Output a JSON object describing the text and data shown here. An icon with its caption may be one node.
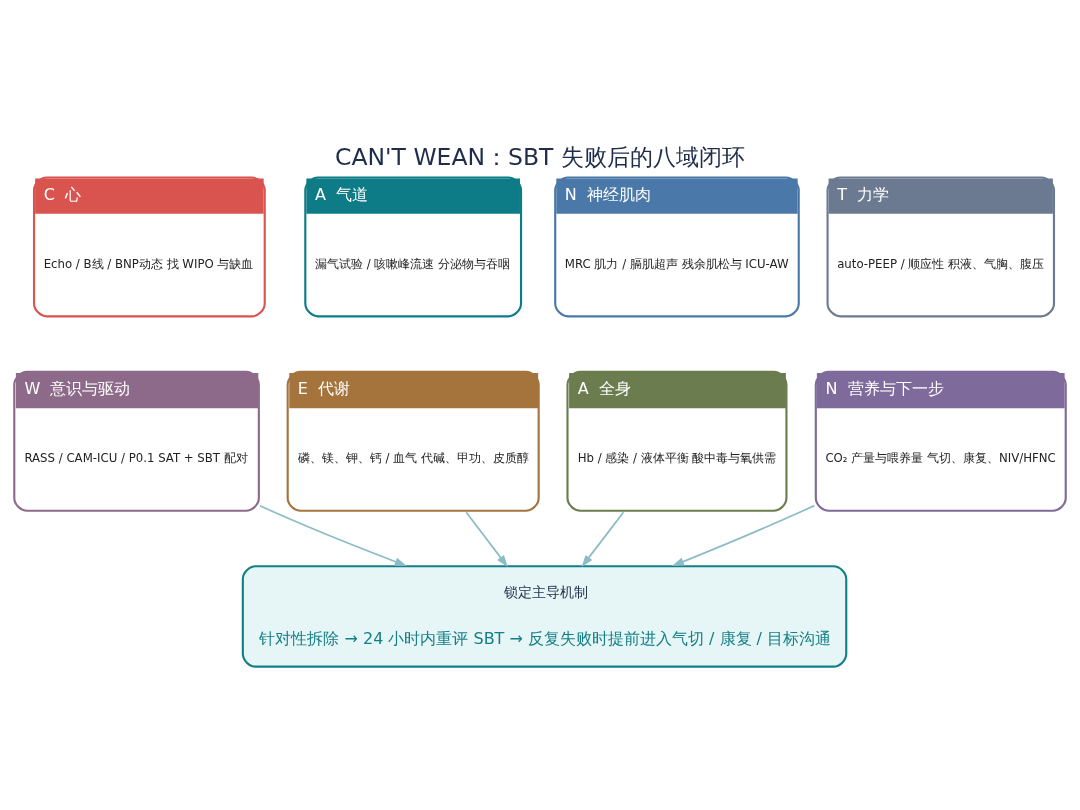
{
  "diagram": {
    "title": "CAN'T WEAN：SBT 失败后的八域闭环",
    "nodes": [
      {
        "text": [
          "C  心",
          "Echo / B线 / BNP动态 找 WIPO 与缺血"
        ]
      },
      {
        "text": [
          "A  气道",
          "漏气试验 / 咳嗽峰流速 分泌物与吞咽"
        ]
      },
      {
        "text": [
          "N  神经肌肉",
          "MRC 肌力 / 膈肌超声 残余肌松与 ICU-AW"
        ]
      },
      {
        "text": [
          "T  力学",
          "auto-PEEP / 顺应性 积液、气胸、腹压"
        ]
      },
      {
        "text": [
          "W  意识与驱动",
          "RASS / CAM-ICU / P0.1 SAT + SBT 配对"
        ]
      },
      {
        "text": [
          "E  代谢",
          "磷、镁、钾、钙 / 血气 代碱、甲功、皮质醇"
        ]
      },
      {
        "text": [
          "A  全身",
          "Hb / 感染 / 液体平衡 酸中毒与氧供需"
        ]
      },
      {
        "text": [
          "N  营养与下一步",
          "CO₂ 产量与喂养量 气切、康复、NIV/HFNC"
        ]
      },
      {
        "text": [
          "锁定主导机制",
          "针对性拆除 → 24 小时内重评 SBT → 反复失败时提前进入气切 / 康复 / 目标沟通"
        ]
      }
    ],
    "edges": [
      {
        "from": 4,
        "to": 8,
        "arrow": "to"
      },
      {
        "from": 5,
        "to": 8,
        "arrow": "to"
      },
      {
        "from": 6,
        "to": 8,
        "arrow": "to"
      },
      {
        "from": 7,
        "to": 8,
        "arrow": "to"
      }
    ]
  }
}
